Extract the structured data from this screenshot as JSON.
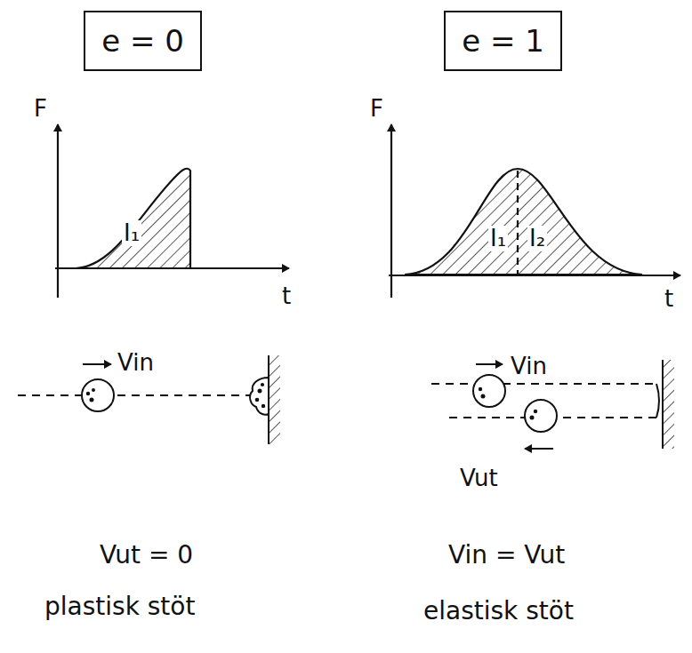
{
  "diagram": {
    "nodes": [
      {
        "text": [
          "e = 0"
        ]
      },
      {
        "text": [
          "e = 1"
        ]
      }
    ],
    "labels": [
      "F",
      "I₁",
      "t",
      "F",
      "I₁",
      "I₂",
      "t",
      "Vin",
      "Vin",
      "Vut",
      "Vut = 0",
      "plastisk stöt",
      "Vin = Vut",
      "elastisk stöt"
    ]
  }
}
